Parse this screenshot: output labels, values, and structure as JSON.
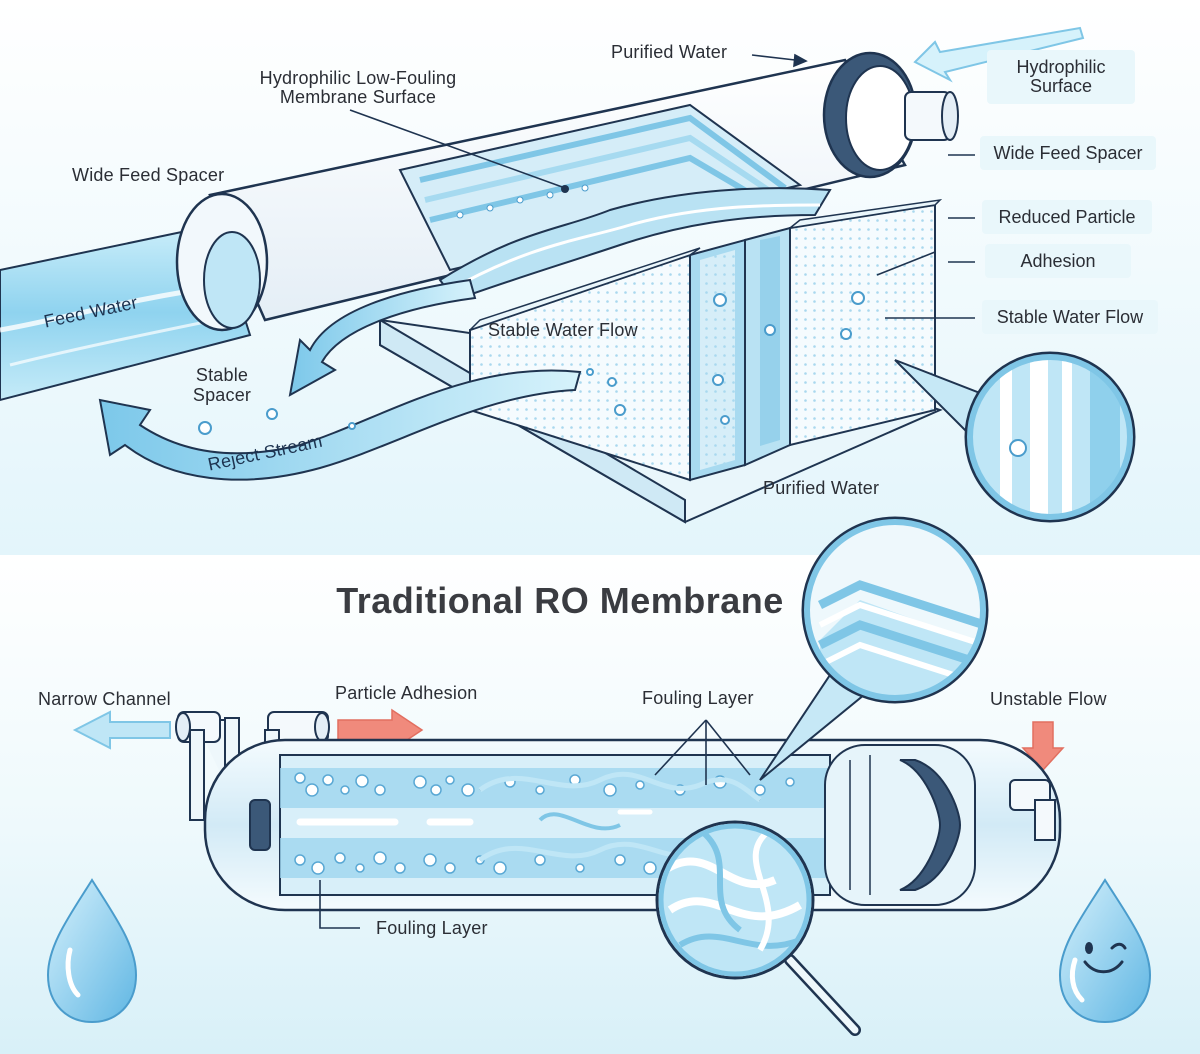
{
  "top_labels": {
    "purified_water_top": "Purified Water",
    "hydrophilic_membrane_l1": "Hydrophilic Low-Fouling",
    "hydrophilic_membrane_l2": "Membrane Surface",
    "wide_feed_spacer_left": "Wide Feed Spacer",
    "feed_water": "Feed Water",
    "stable_spacer_l1": "Stable",
    "stable_spacer_l2": "Spacer",
    "reject_stream": "Reject  Stream",
    "stable_water_flow_center": "Stable Water Flow",
    "purified_water_bottom": "Purified Water"
  },
  "right_labels": {
    "hydrophilic_surface_l1": "Hydrophilic",
    "hydrophilic_surface_l2": "Surface",
    "wide_feed_spacer": "Wide Feed Spacer",
    "reduced_particle": "Reduced Particle",
    "adhesion": "Adhesion",
    "stable_water_flow": "Stable Water Flow"
  },
  "bottom_section": {
    "title": "Traditional RO Membrane",
    "narrow_channel": "Narrow Channel",
    "particle_adhesion": "Particle Adhesion",
    "fouling_layer_top": "Fouling Layer",
    "unstable_flow": "Unstable Flow",
    "fouling_layer_bottom": "Fouling Layer"
  },
  "colors": {
    "water_blue": "#8fd0ec",
    "light_blue": "#d9f1fb",
    "outline": "#1f3450",
    "red_arrow": "#f08a7c",
    "label_box": "#e9f7fb"
  }
}
